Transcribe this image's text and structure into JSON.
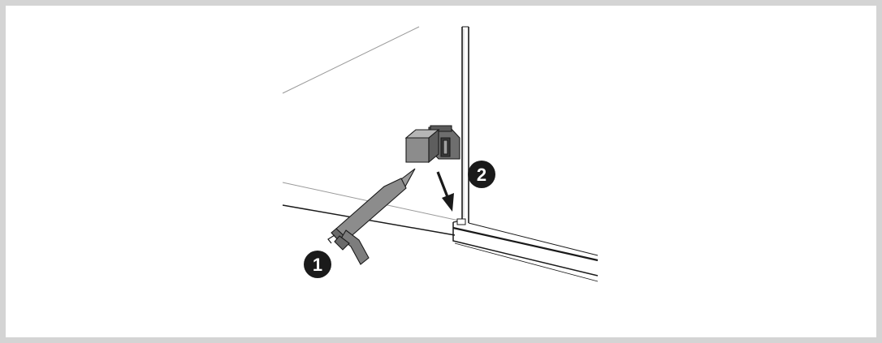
{
  "diagram": {
    "steps": [
      {
        "number": "1",
        "description": "caulking-gun-applying-sealant"
      },
      {
        "number": "2",
        "description": "place-clip-on-glass-panel"
      }
    ],
    "colors": {
      "background": "#d4d4d4",
      "canvas": "#ffffff",
      "line": "#1a1a1a",
      "thin_line": "#8a8a8a",
      "part_fill": "#8c8c8c",
      "part_dark": "#555555",
      "badge": "#1a1a1a"
    }
  }
}
